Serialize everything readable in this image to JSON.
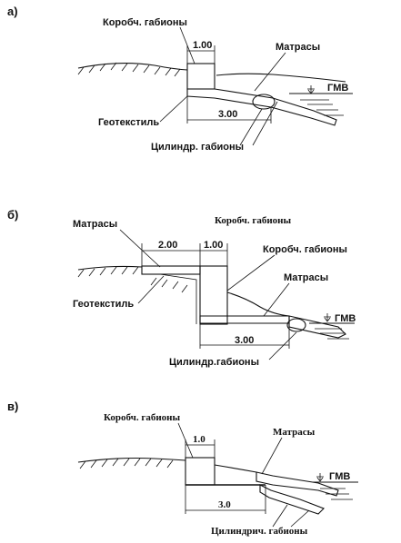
{
  "panels": [
    {
      "letter": "а)",
      "labels": {
        "box_gabions": "Коробч. габионы",
        "mattresses": "Матрасы",
        "water_level": "ГМВ",
        "geotextile": "Геотекстиль",
        "cyl_gabions": "Цилиндр. габионы"
      },
      "dims": {
        "box_width": "1.00",
        "base_width": "3.00"
      }
    },
    {
      "letter": "б)",
      "labels": {
        "mattresses_top": "Матрасы",
        "box_gabions_top": "Коробч. габионы",
        "box_gabions_side": "Коробч. габионы",
        "mattresses_low": "Матрасы",
        "water_level": "ГМВ",
        "geotextile": "Геотекстиль",
        "cyl_gabions": "Цилиндр.габионы"
      },
      "dims": {
        "mattress_width": "2.00",
        "box_width": "1.00",
        "base_width": "3.00"
      }
    },
    {
      "letter": "в)",
      "labels": {
        "box_gabions": "Коробч. габионы",
        "mattresses": "Матрасы",
        "water_level": "ГМВ",
        "cyl_gabions": "Цилиндрич. габионы"
      },
      "dims": {
        "box_width": "1.0",
        "base_width": "3.0"
      }
    }
  ]
}
